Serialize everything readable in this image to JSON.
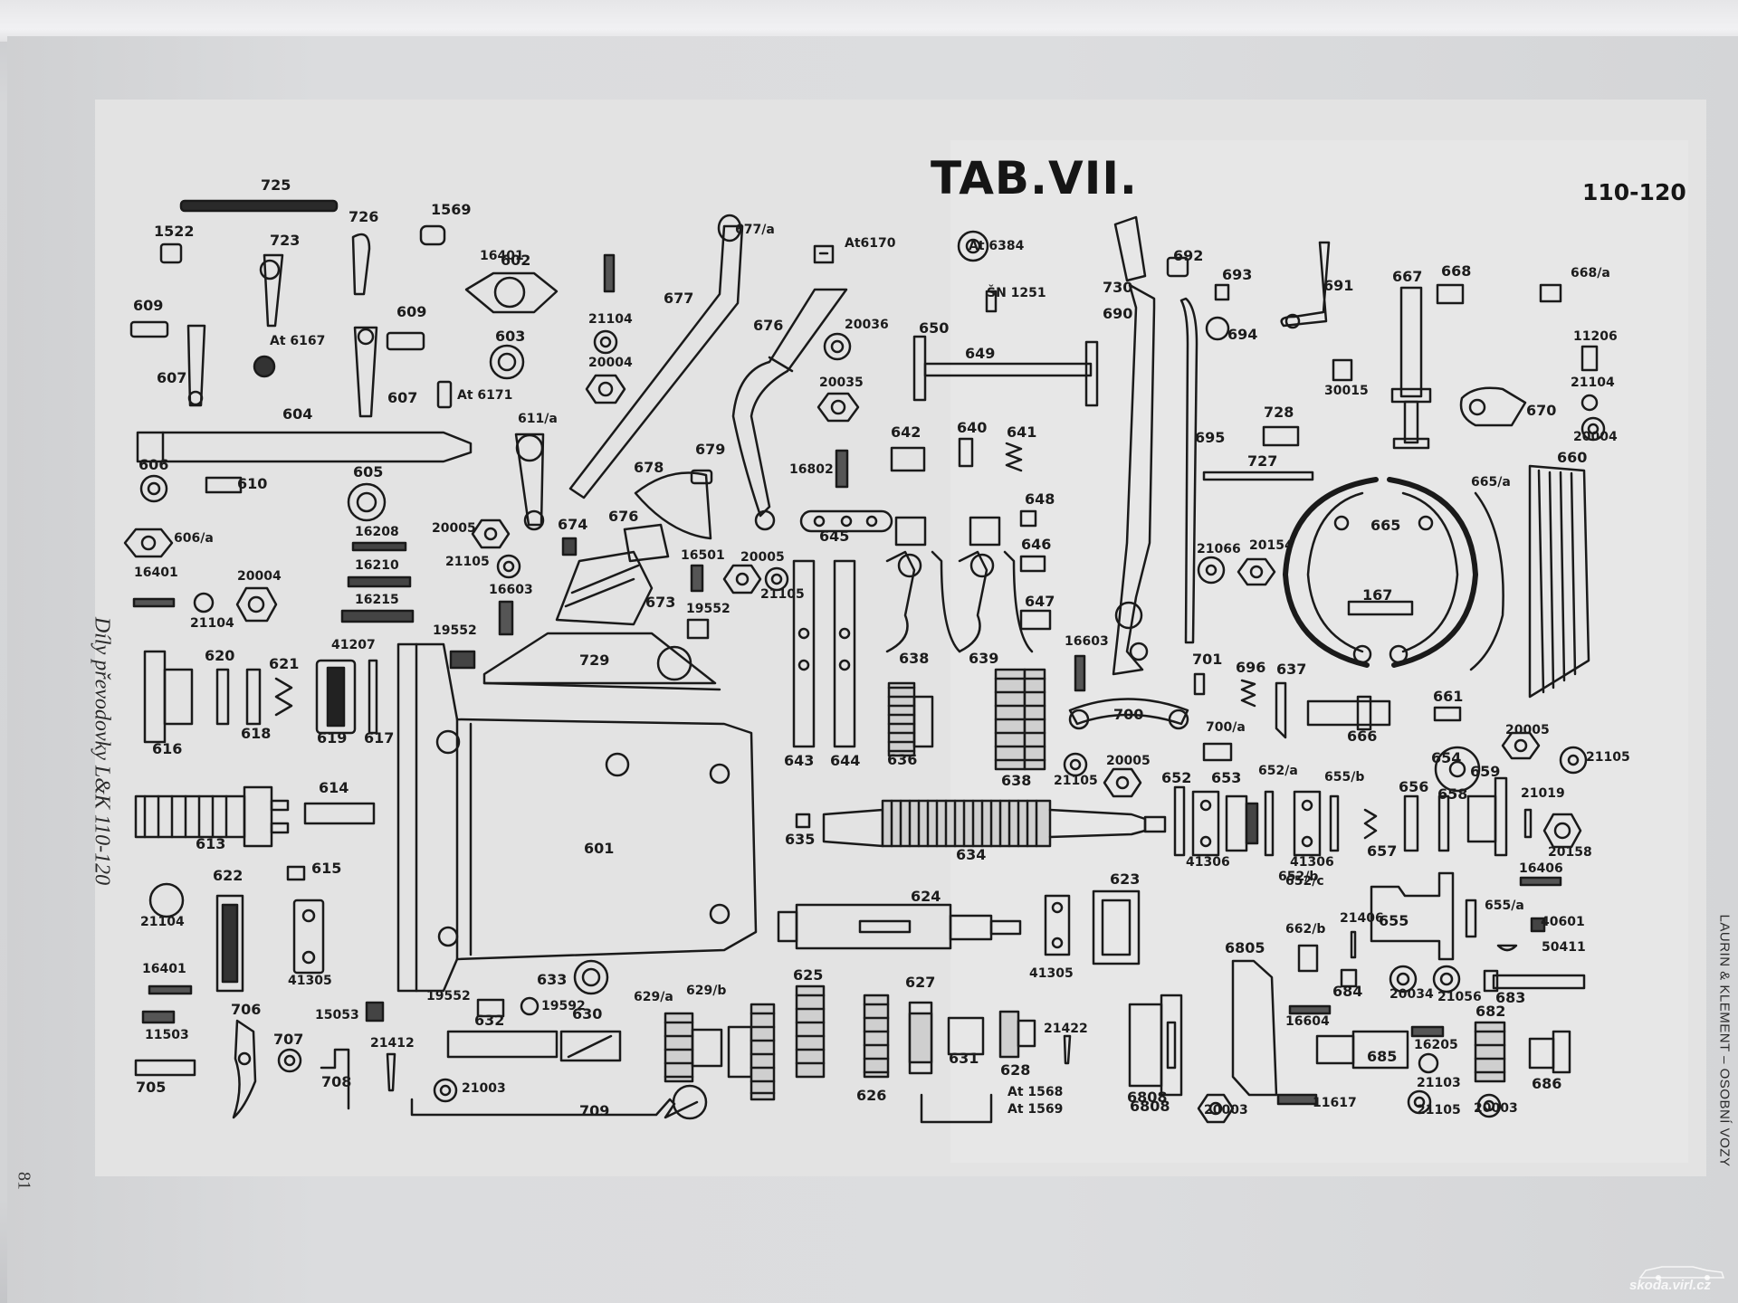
{
  "plate": {
    "title": "TAB.VII.",
    "model": "110-120",
    "side_title_left": "Díly převodovky L&K 110-120",
    "side_title_right": "LAURIN & KLEMENT – OSOBNÍ VOZY",
    "page_number": "81"
  },
  "watermark": {
    "text": "skoda.virl.cz",
    "logo_icon": "car-silhouette-icon"
  },
  "part_labels": [
    "725",
    "726",
    "1569",
    "1522",
    "723",
    "609",
    "607",
    "At 6167",
    "609",
    "607",
    "At 6171",
    "602",
    "603",
    "604",
    "606",
    "610",
    "605",
    "611/a",
    "606/a",
    "16208",
    "16210",
    "16215",
    "16401",
    "20004",
    "21104",
    "41207",
    "19552",
    "620",
    "621",
    "616",
    "618",
    "619",
    "617",
    "614",
    "613",
    "615",
    "622",
    "21104",
    "41305",
    "16401",
    "11503",
    "706",
    "705",
    "707",
    "708",
    "15053",
    "21412",
    "19552",
    "632",
    "19592",
    "630",
    "21003",
    "709",
    "633",
    "629/a",
    "629/b",
    "625",
    "626",
    "627",
    "631",
    "628",
    "21422",
    "At 1568",
    "At 1569",
    "16401",
    "21104",
    "20004",
    "20005",
    "21105",
    "16603",
    "674",
    "676",
    "678",
    "679",
    "16501",
    "20005",
    "21105",
    "19552",
    "673",
    "729",
    "601",
    "677",
    "677/a",
    "676",
    "20036",
    "20035",
    "16802",
    "At6170",
    "645",
    "643",
    "644",
    "635",
    "636",
    "634",
    "642",
    "640",
    "641",
    "648",
    "646",
    "647",
    "638",
    "639",
    "638",
    "624",
    "At 6384",
    "ŠN 1251",
    "650",
    "649",
    "730",
    "690",
    "692",
    "693",
    "694",
    "695",
    "16603",
    "700",
    "700/a",
    "20005",
    "21105",
    "701",
    "696",
    "637",
    "652",
    "653",
    "652/a",
    "655/b",
    "41306",
    "41306",
    "652/b",
    "652/c",
    "657",
    "656",
    "658",
    "659",
    "21019",
    "20158",
    "16406",
    "623",
    "41305",
    "6808",
    "6805",
    "662/b",
    "21406",
    "655",
    "655/a",
    "40601",
    "50411",
    "684",
    "20034",
    "21056",
    "683",
    "16604",
    "11617",
    "685",
    "16205",
    "21103",
    "21105",
    "682",
    "686",
    "20003",
    "20003",
    "691",
    "667",
    "668",
    "668/a",
    "11206",
    "21104",
    "20004",
    "670",
    "30015",
    "728",
    "727",
    "660",
    "665/a",
    "665",
    "167",
    "21066",
    "20154",
    "661",
    "666",
    "20005",
    "21105",
    "654",
    "6808"
  ]
}
